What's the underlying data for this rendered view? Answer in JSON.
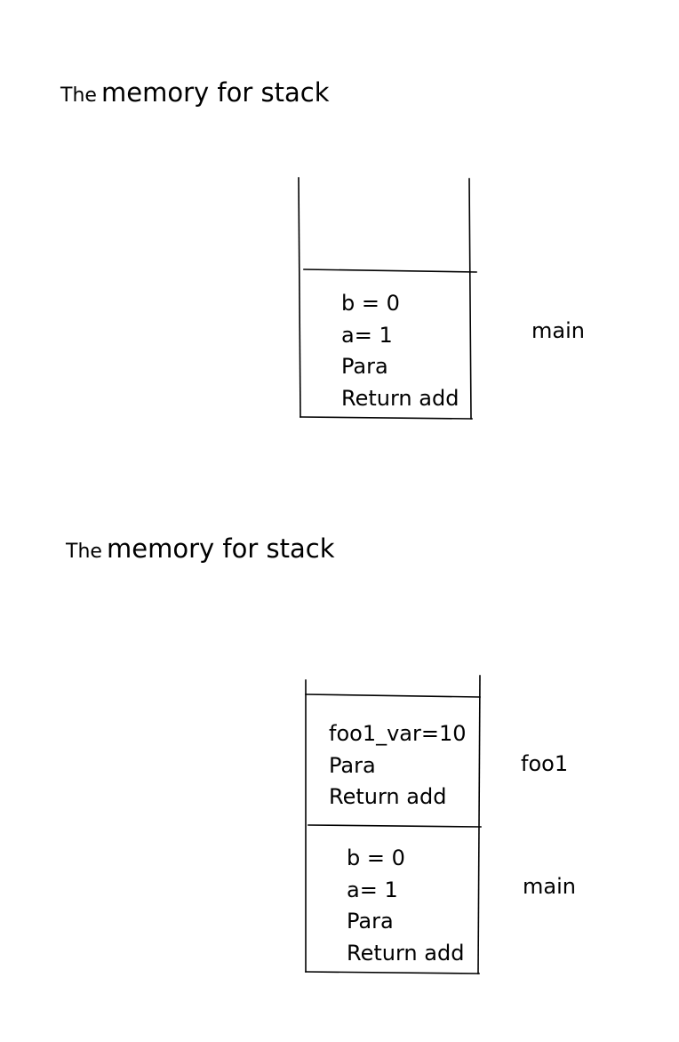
{
  "diagrams": [
    {
      "title": {
        "prefix": "The",
        "rest": "memory for stack"
      },
      "frames": [
        {
          "label": "main",
          "lines": [
            "b = 0",
            "a= 1",
            "Para",
            "Return add"
          ]
        }
      ]
    },
    {
      "title": {
        "prefix": "The",
        "rest": "memory for stack"
      },
      "frames": [
        {
          "label": "foo1",
          "lines": [
            "foo1_var=10",
            "Para",
            "Return add"
          ]
        },
        {
          "label": "main",
          "lines": [
            "b = 0",
            "a= 1",
            "Para",
            "Return add"
          ]
        }
      ]
    }
  ]
}
